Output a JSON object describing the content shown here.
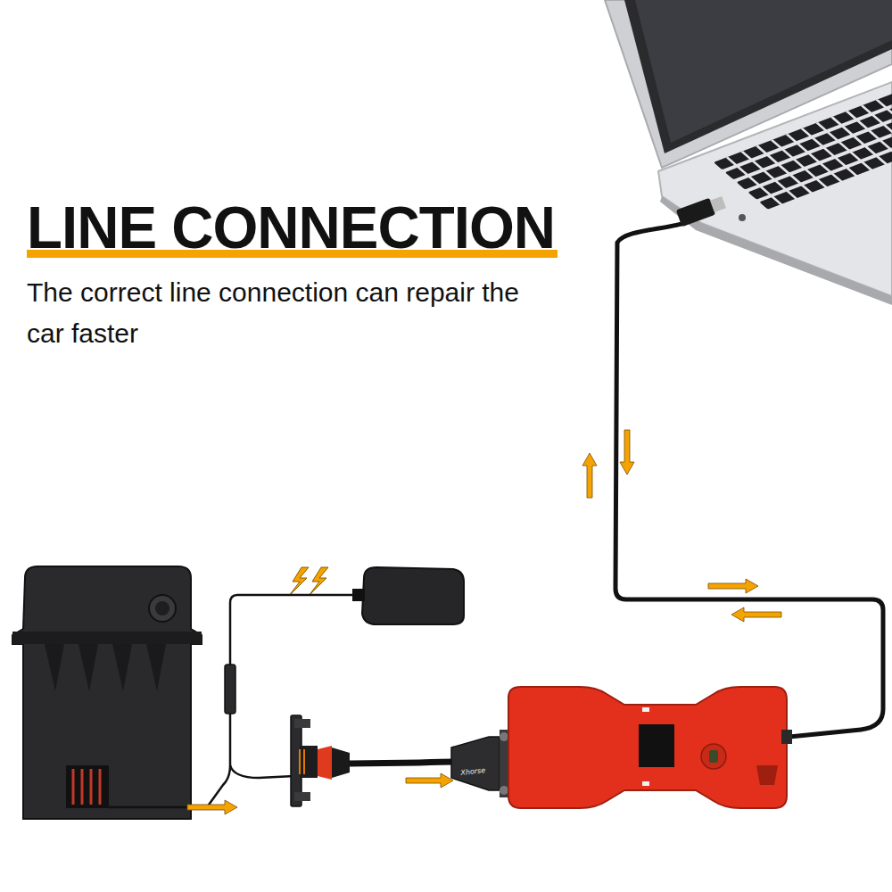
{
  "diagram": {
    "title": "LINE CONNECTION",
    "caption": "The correct line connection can repair the car faster",
    "labels": [
      "Xhorse"
    ]
  }
}
